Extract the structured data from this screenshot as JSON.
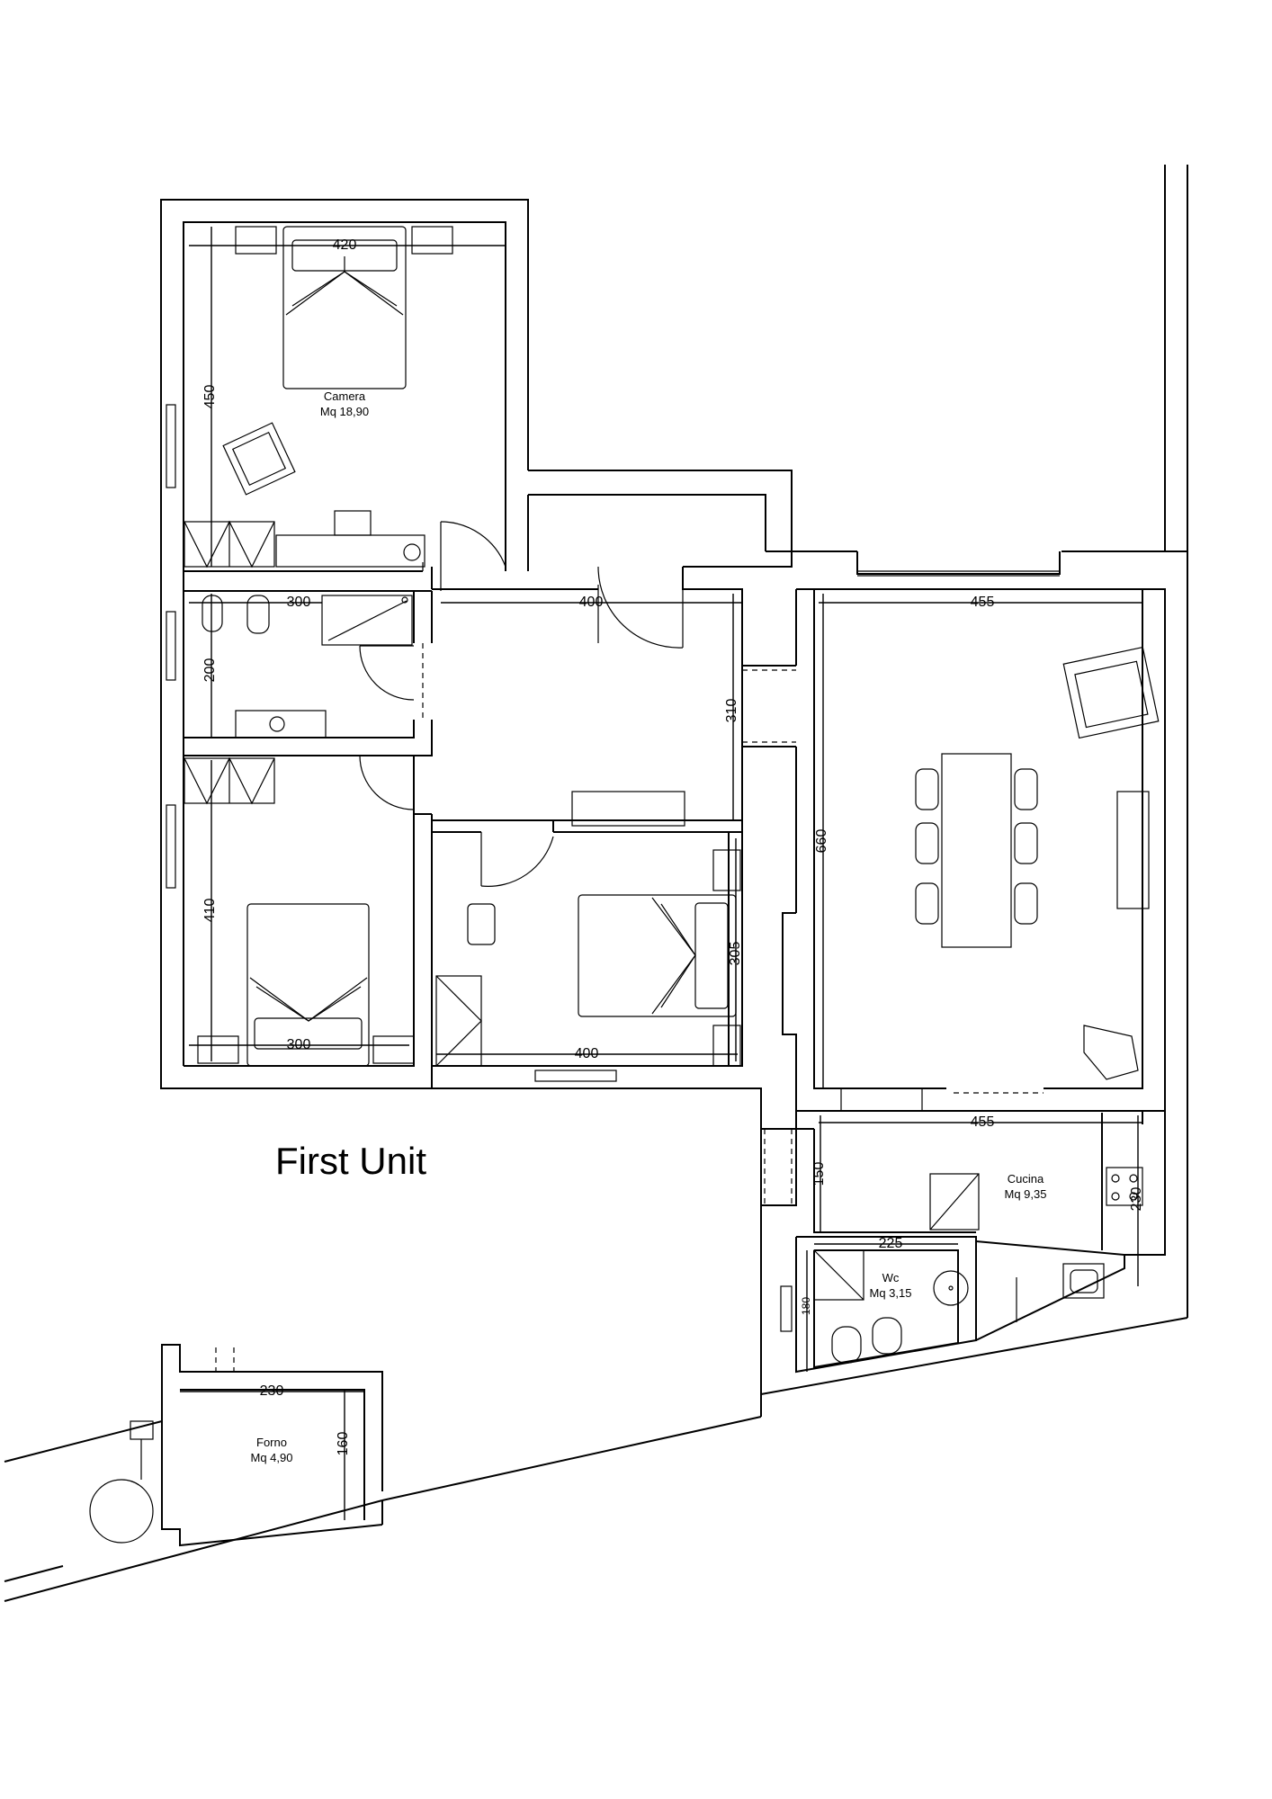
{
  "title": "First Unit",
  "rooms": {
    "camera": {
      "name": "Camera",
      "area": "Mq 18,90"
    },
    "cucina": {
      "name": "Cucina",
      "area": "Mq 9,35"
    },
    "wc": {
      "name": "Wc",
      "area": "Mq 3,15"
    },
    "forno": {
      "name": "Forno",
      "area": "Mq 4,90"
    }
  },
  "dimensions": {
    "camera_width": "420",
    "camera_length": "450",
    "bath_width": "300",
    "bath_length": "200",
    "hall_width": "400",
    "hall_length": "310",
    "bedroom2_length": "410",
    "bedroom2_width": "300",
    "bedroom3_width": "400",
    "bedroom3_length": "305",
    "living_width": "455",
    "living_length": "660",
    "kitchen_width": "455",
    "kitchen_length": "150",
    "kitchen_side": "230",
    "wc_width": "225",
    "wc_length": "180",
    "forno_width": "230",
    "forno_length": "160"
  }
}
